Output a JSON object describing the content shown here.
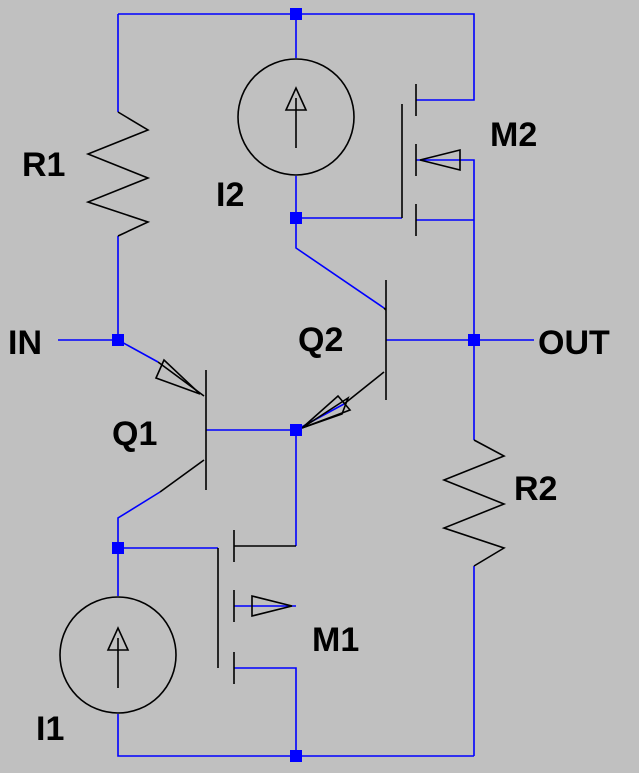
{
  "labels": {
    "r1": "R1",
    "r2": "R2",
    "i1": "I1",
    "i2": "I2",
    "q1": "Q1",
    "q2": "Q2",
    "m1": "M1",
    "m2": "M2",
    "in": "IN",
    "out": "OUT"
  },
  "colors": {
    "background": "#c0c0c0",
    "wire": "#0000ff",
    "component": "#000000",
    "node": "#0000ff",
    "text": "#000000"
  }
}
